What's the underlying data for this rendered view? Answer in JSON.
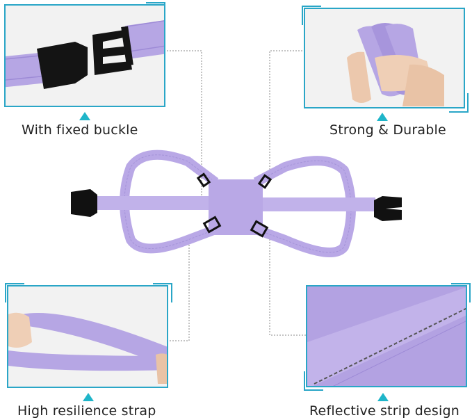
{
  "features": {
    "top_left": {
      "label": "With fixed buckle"
    },
    "top_right": {
      "label": "Strong & Durable"
    },
    "bottom_left": {
      "label": "High resilience strap"
    },
    "bottom_right": {
      "label": "Reflective strip design"
    }
  },
  "colors": {
    "accent": "#2aa6c7",
    "triangle": "#1fb5c9",
    "strap": "#b9a8e6",
    "strap_dark": "#a493d8",
    "buckle": "#111111"
  }
}
